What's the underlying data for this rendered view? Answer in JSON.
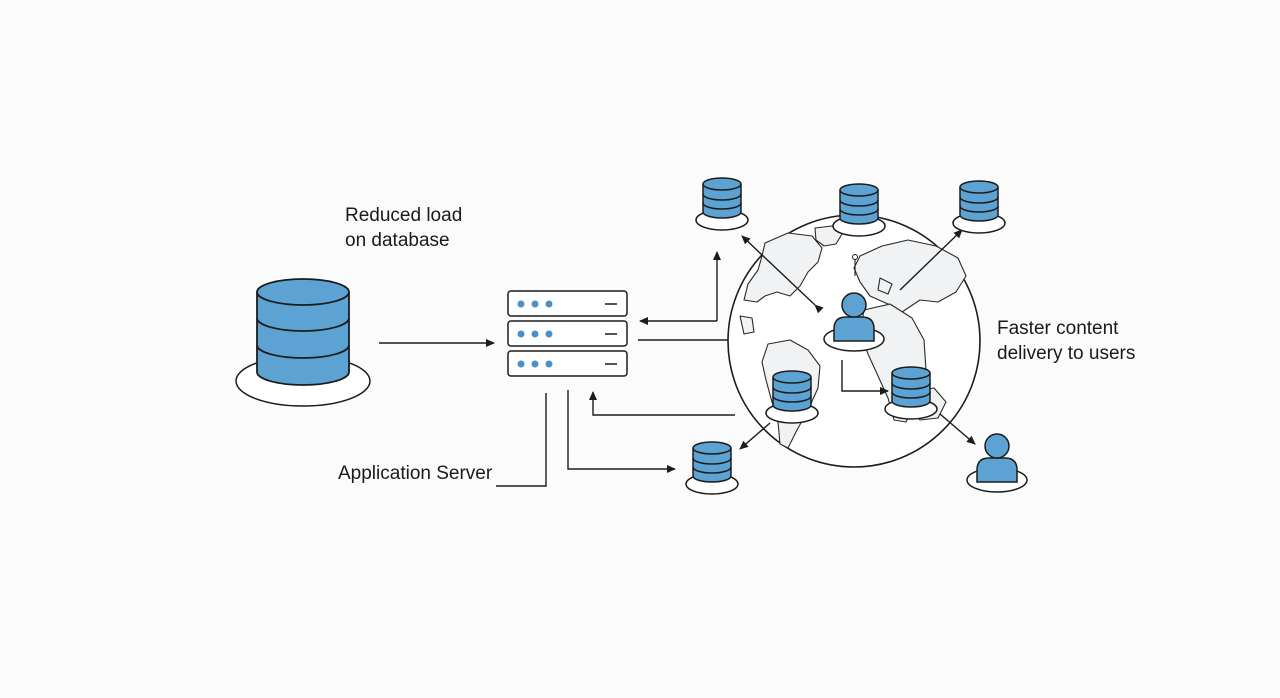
{
  "labels": {
    "reduced_load_line1": "Reduced load",
    "reduced_load_line2": "on database",
    "faster_delivery_line1": "Faster content",
    "faster_delivery_line2": "delivery to users",
    "application_server": "Application Server"
  },
  "colors": {
    "accent_blue": "#5ca3d3",
    "stroke": "#1c1c1c",
    "dot_blue": "#4a90c8",
    "background": "#fbfbfb"
  },
  "icons": {
    "origin": "database-icon",
    "server": "server-rack-icon",
    "edge": "database-icon",
    "user": "user-icon",
    "globe": "globe-icon"
  }
}
